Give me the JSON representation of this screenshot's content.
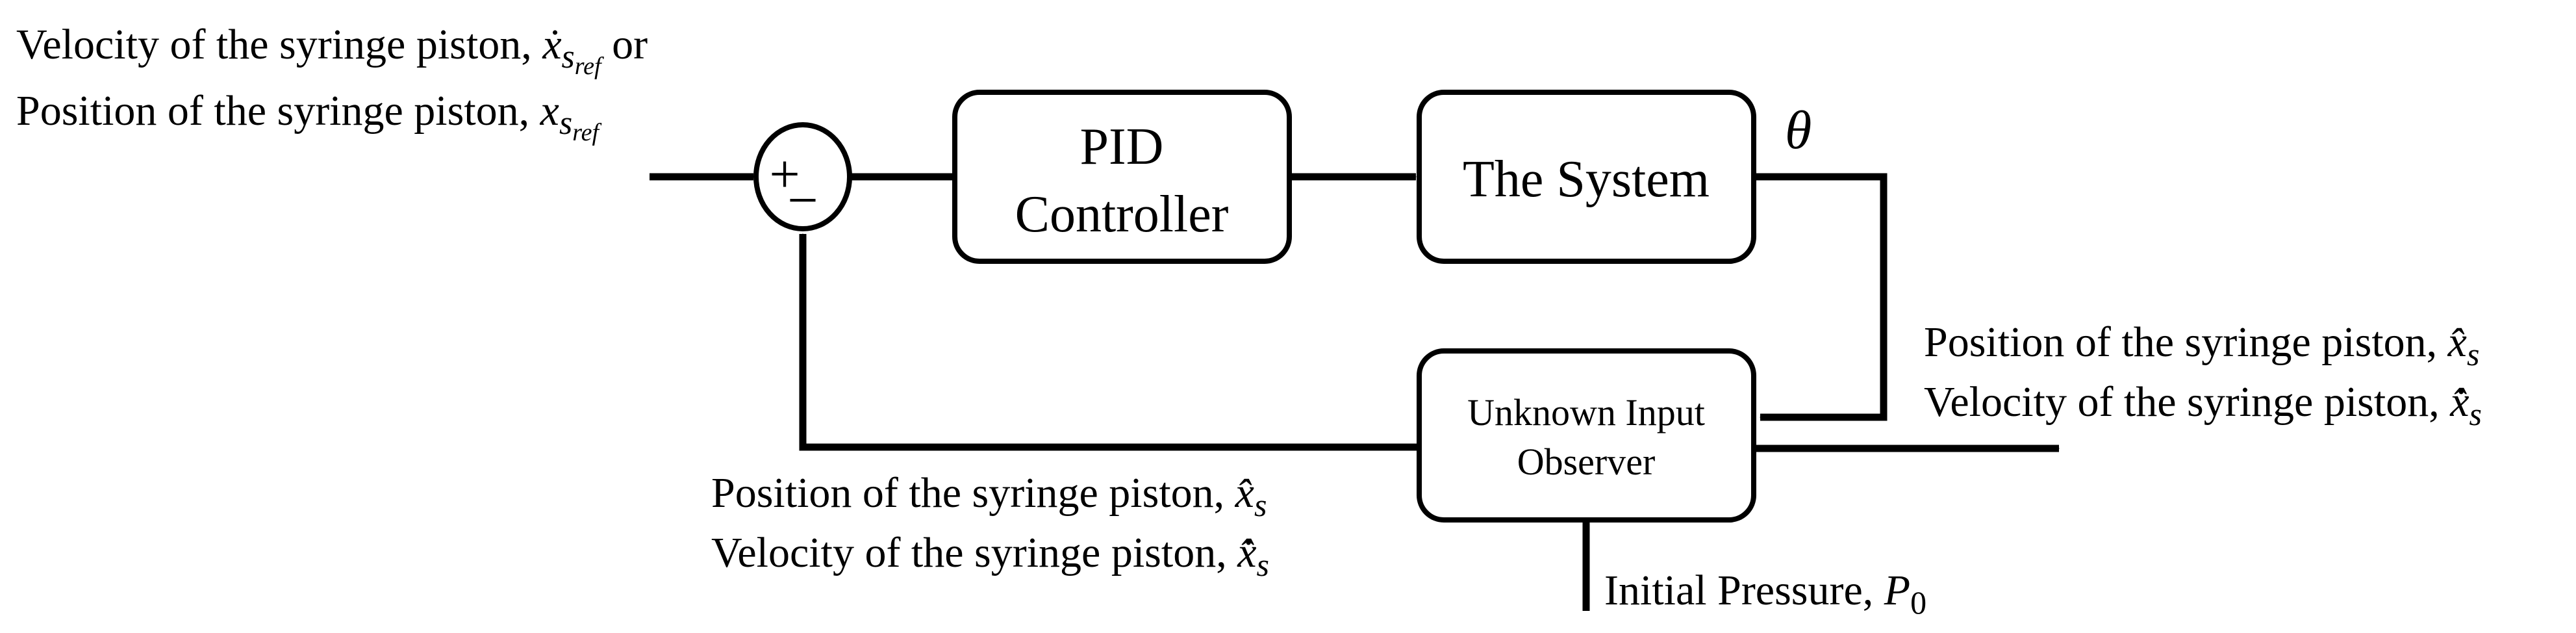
{
  "diagram": {
    "reference_input": {
      "line1_prefix": "Velocity of the syringe piston, ",
      "line1_symbol": "ẋ",
      "line1_sub_main": "s",
      "line1_sub_sub": "ref",
      "line1_suffix": " or",
      "line2_prefix": "Position of the syringe piston, ",
      "line2_symbol": "x",
      "line2_sub_main": "s",
      "line2_sub_sub": "ref"
    },
    "summing_junction": {
      "plus": "+",
      "minus": "−"
    },
    "pid_block": {
      "line1": "PID",
      "line2": "Controller"
    },
    "system_block": {
      "label": "The System"
    },
    "theta_label": "θ",
    "observer_block": {
      "line1": "Unknown Input",
      "line2": "Observer"
    },
    "output_right": {
      "line1_prefix": "Position of the syringe piston, ",
      "line1_symbol": "x̂",
      "line1_sub": "s",
      "line2_prefix": "Velocity of the syringe piston, ",
      "line2_symbol": "x̂̇",
      "line2_sub": "s"
    },
    "feedback_label": {
      "line1_prefix": "Position of the syringe piston, ",
      "line1_symbol": "x̂",
      "line1_sub": "s",
      "line2_prefix": "Velocity of the syringe piston, ",
      "line2_symbol": "x̂̇",
      "line2_sub": "s"
    },
    "initial_pressure": {
      "prefix": "Initial Pressure, ",
      "symbol": "P",
      "sub": "0"
    }
  }
}
